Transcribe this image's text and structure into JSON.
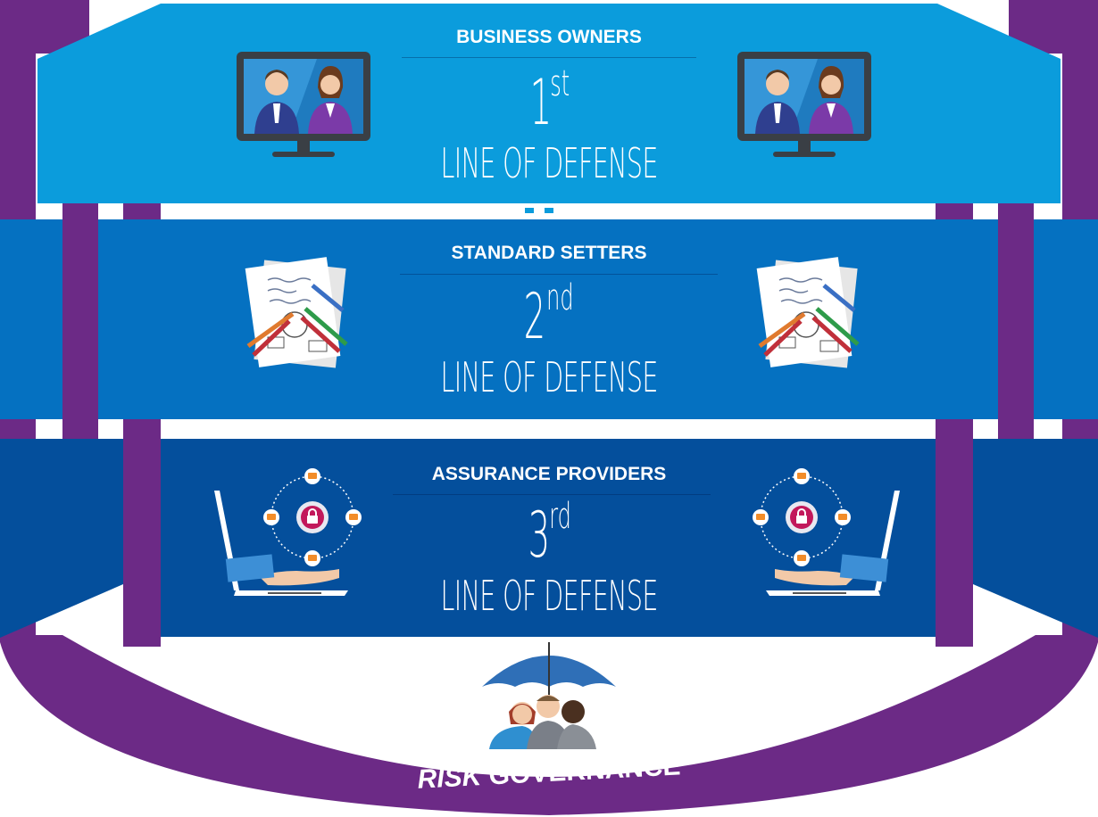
{
  "colors": {
    "purple": "#6c2a86",
    "tier1_blue": "#0b9cdc",
    "tier2_blue": "#0571c1",
    "tier3_blue": "#044f9c",
    "white": "#ffffff"
  },
  "tiers": [
    {
      "title": "BUSINESS OWNERS",
      "ordinal": "1",
      "suffix": "st",
      "label": "LINE OF DEFENSE",
      "icon": "video-conference-icon"
    },
    {
      "title": "STANDARD SETTERS",
      "ordinal": "2",
      "suffix": "nd",
      "label": "LINE OF DEFENSE",
      "icon": "documents-pencils-icon"
    },
    {
      "title": "ASSURANCE PROVIDERS",
      "ordinal": "3",
      "suffix": "rd",
      "label": "LINE OF DEFENSE",
      "icon": "secure-laptop-hand-icon"
    }
  ],
  "governance": {
    "prefix": "RISK",
    "label": "GOVERNANCE",
    "icon": "umbrella-team-icon"
  }
}
